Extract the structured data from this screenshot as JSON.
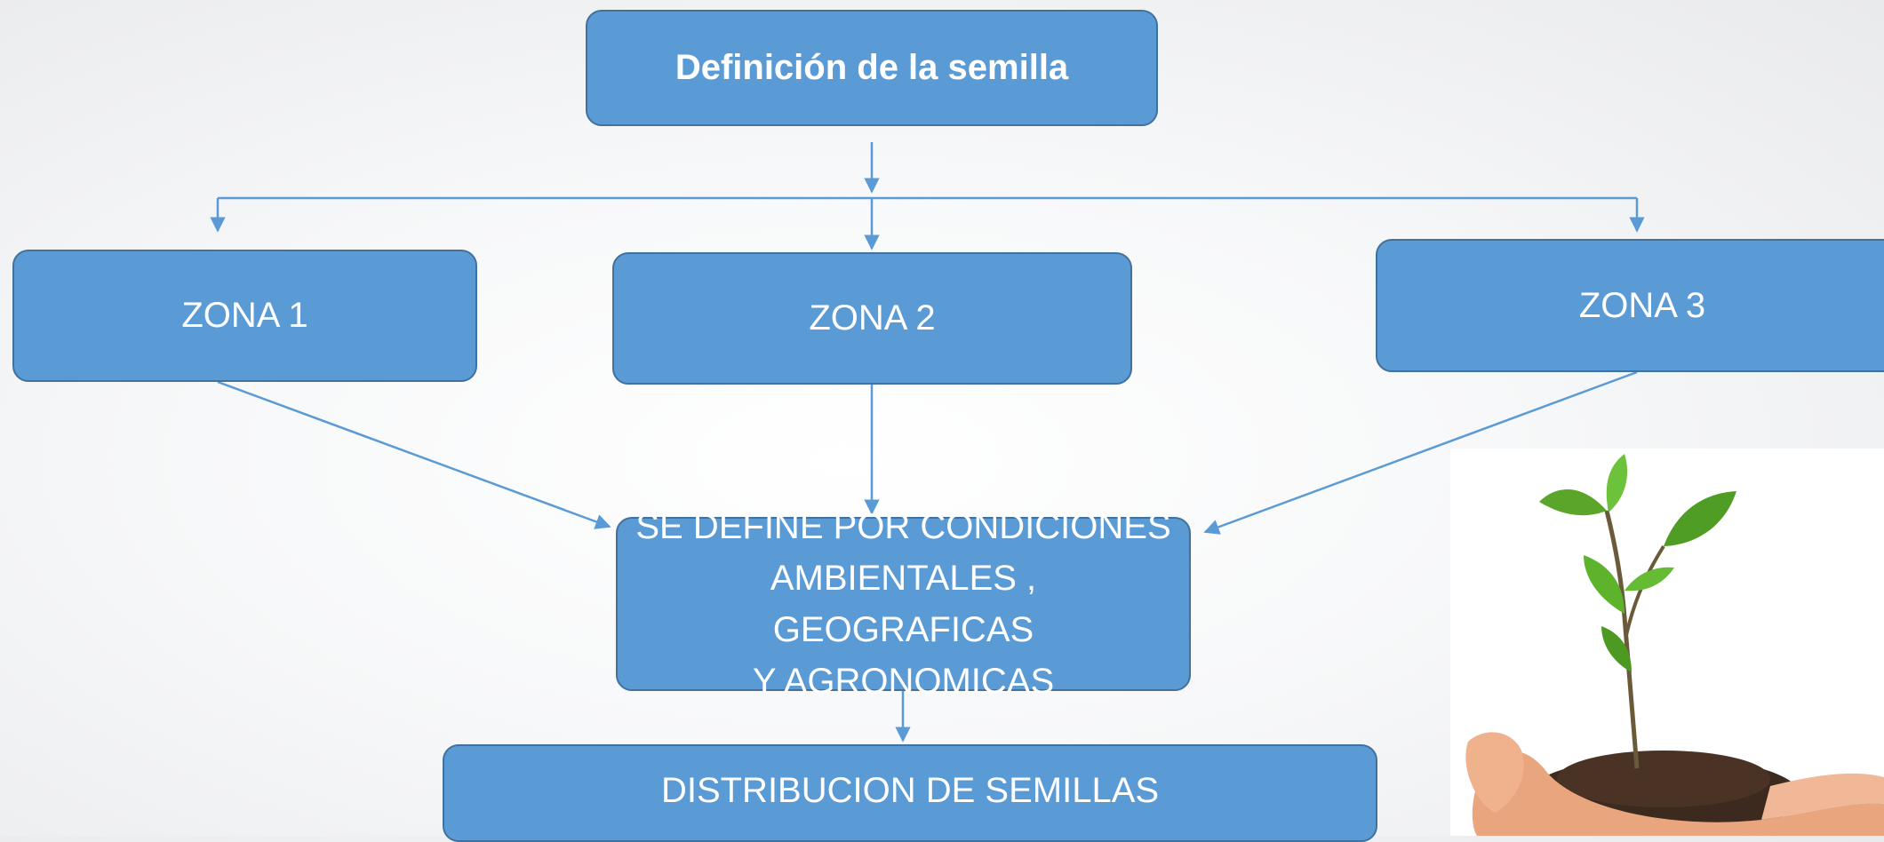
{
  "diagram": {
    "title": "Definición de la semilla",
    "zones": [
      "ZONA 1",
      "ZONA 2",
      "ZONA 3"
    ],
    "center": "SE DEFINE POR CONDICIONES\nAMBIENTALES , GEOGRAFICAS\nY AGRONOMICAS",
    "bottom": "DISTRIBUCION DE SEMILLAS"
  },
  "colors": {
    "box_fill": "#5b9bd5",
    "box_border": "#41719c",
    "connector": "#5b9bd5",
    "box_text": "#ffffff"
  },
  "image": {
    "icon": "seedling-in-hand-icon"
  }
}
